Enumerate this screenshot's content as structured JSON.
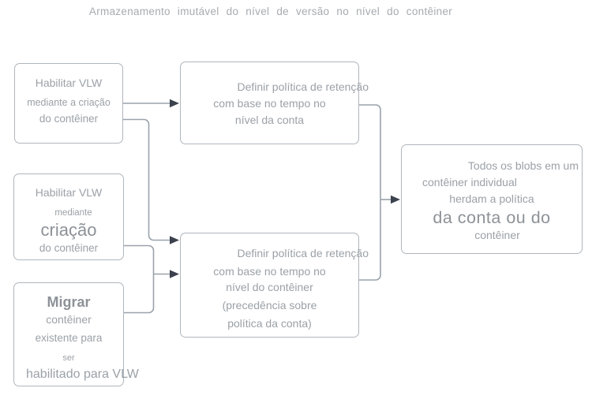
{
  "title": "Armazenamento imutável do nível de versão no nível do contêiner",
  "colors": {
    "background": "#ffffff",
    "border": "#b0b6bc",
    "box_text": "#9ba1a7",
    "emphasis_text": "#8d9298",
    "connector": "#9aa2ab",
    "arrowhead": "#3b424e",
    "title_text": "#a7abaf"
  },
  "diagram": {
    "boxes": [
      {
        "name": "enable-vlw-on-container-creation",
        "lines": [
          "Habilitar VLW",
          "mediante a criação",
          "do contêiner"
        ]
      },
      {
        "name": "enable-vlw-through-creation",
        "lines": [
          "Habilitar VLW",
          "mediante",
          "criação",
          "do contêiner"
        ]
      },
      {
        "name": "migrate-existing-container",
        "lines": [
          "Migrar",
          "contêiner",
          "existente para",
          "ser",
          "habilitado para VLW"
        ]
      },
      {
        "name": "account-level-retention-policy",
        "lines": [
          "Definir política de retenção",
          "com base no tempo no",
          "nível da conta"
        ]
      },
      {
        "name": "container-level-retention-policy",
        "lines": [
          "Definir política de retenção",
          "com base no tempo no",
          "nível do contêiner",
          "(precedência sobre",
          "política da conta)"
        ]
      },
      {
        "name": "blobs-inherit-policy",
        "lines": [
          "Todos os blobs em um",
          "contêiner individual",
          "herdam a política",
          "da conta ou do",
          "contêiner"
        ]
      }
    ]
  }
}
